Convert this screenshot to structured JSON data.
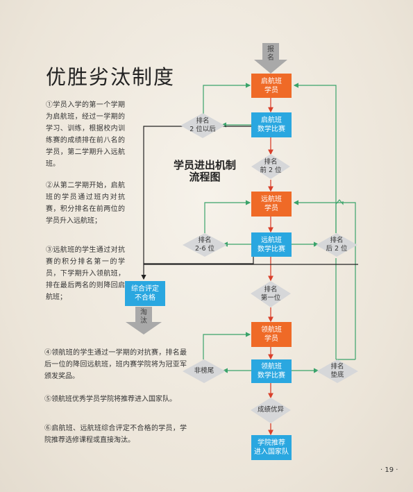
{
  "page_title": "优胜劣汰制度",
  "flow_title": "学员进出机制\n流程图",
  "paragraphs": [
    "①学员入学的第一个学期为启航班，经过一学期的学习、训练，根据校内训练赛的成绩排在前八名的学员，第二学期升入远航班。",
    "②从第二学期开始，启航班的学员通过班内对抗赛，积分排名在前两位的学员升入远航班；",
    "③远航班的学生通过对抗赛的积分排名第一的学员，下学期升入领航班，排在最后两名的则降回启航班；",
    "④领航班的学生通过一学期的对抗赛，排名最后一位的降回远航班，班内赛学院将为冠亚军颁发奖品。",
    "⑤领航班优秀学员学院将推荐进入国家队。",
    "⑥启航班、远航班综合评定不合格的学员，学院推荐选修课程或直接淘汰。"
  ],
  "flow": {
    "entry": "报名",
    "exit": "淘汰",
    "boxes": {
      "qihang_student": "启航班\n学员",
      "qihang_match": "启航班\n数学比赛",
      "yuanhang_student": "远航班\n学员",
      "yuanhang_match": "远航班\n数学比赛",
      "linghang_student": "领航班\n学员",
      "linghang_match": "领航班\n数学比赛",
      "eval_fail": "综合评定\n不合格",
      "national": "学院推荐\n进入国家队"
    },
    "decisions": {
      "top2": "排名\n前 2 位",
      "below2": "排名\n2 位以后",
      "rank_2_6": "排名\n2-6 位",
      "last2": "排名\n后 2 位",
      "first": "排名\n第一位",
      "not_last": "非榜尾",
      "bottom": "排名\n垫底",
      "excellent": "成绩优异"
    }
  },
  "page_number": "· 19 ·",
  "colors": {
    "orange": "#ef6a27",
    "blue": "#2aa7e0",
    "diamond": "#d6d7d9",
    "green_arrow": "#3aa36a",
    "red_arrow": "#d9402b"
  }
}
